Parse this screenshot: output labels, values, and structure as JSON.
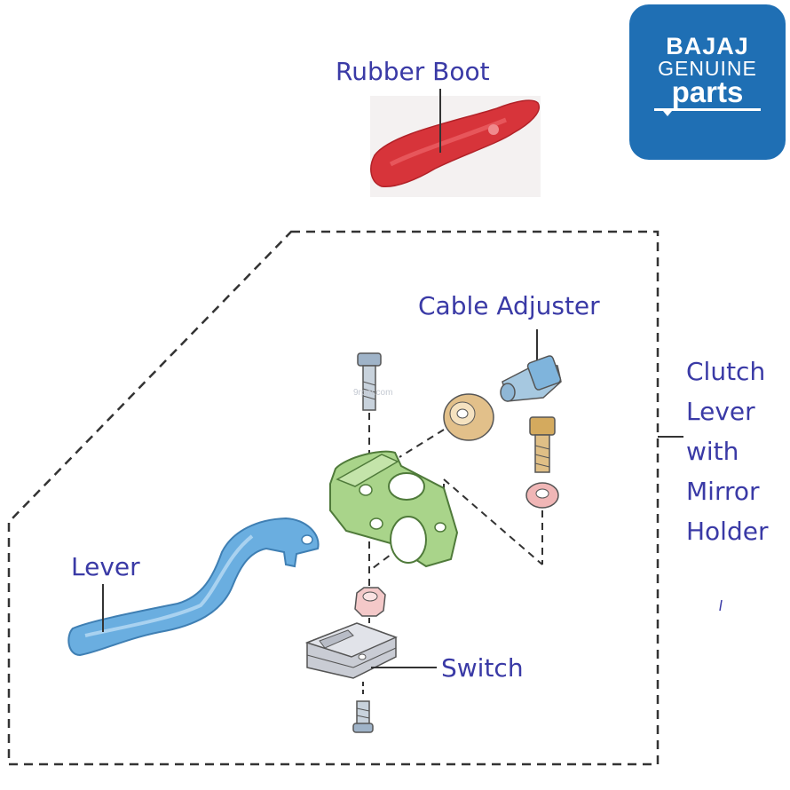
{
  "labels": {
    "rubber_boot": "Rubber Boot",
    "cable_adjuster": "Cable Adjuster",
    "clutch_lever": [
      "Clutch",
      "Lever",
      "with",
      "Mirror",
      "Holder"
    ],
    "lever": "Lever",
    "switch": "Switch"
  },
  "logo": {
    "brand": "BAJAJ",
    "line2": "GENUINE",
    "line3": "parts"
  },
  "watermark": "9rpm.com",
  "colors": {
    "label_text": "#3a3aa6",
    "logo_bg": "#1f6fb4",
    "rubber_boot": "#d7343a",
    "holder": "#a9d48a",
    "lever": "#6aaee0",
    "switch": "#c9ccd4",
    "bolt": "#c9a66a",
    "washer": "#f0b6b6"
  }
}
